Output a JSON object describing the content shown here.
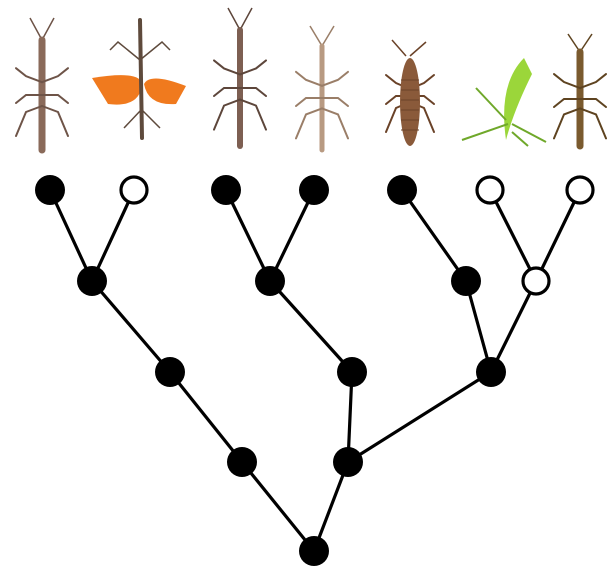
{
  "figure": {
    "kind": "phylogenetic-tree",
    "node_legend": {
      "filled": "#000000",
      "open": "#ffffff",
      "edge": "#000000"
    },
    "tips": [
      {
        "id": "t1",
        "icon": "stick-insect-brown-icon",
        "state": "filled",
        "colors": [
          "#8a6a5a",
          "#6e5448"
        ]
      },
      {
        "id": "t2",
        "icon": "winged-stick-insect-orange-icon",
        "state": "open",
        "colors": [
          "#f07a1e",
          "#5e4a3c"
        ]
      },
      {
        "id": "t3",
        "icon": "stick-insect-brown-icon",
        "state": "filled",
        "colors": [
          "#7d5f52",
          "#5d463b"
        ]
      },
      {
        "id": "t4",
        "icon": "stick-insect-pale-icon",
        "state": "filled",
        "colors": [
          "#b89a82",
          "#9a7e68"
        ]
      },
      {
        "id": "t5",
        "icon": "stick-insect-stout-icon",
        "state": "filled",
        "colors": [
          "#8a5a3a",
          "#6a4228"
        ]
      },
      {
        "id": "t6",
        "icon": "leaf-insect-green-icon",
        "state": "open",
        "colors": [
          "#9bd63a",
          "#6fa82a"
        ]
      },
      {
        "id": "t7",
        "icon": "stick-insect-dark-icon",
        "state": "open",
        "colors": [
          "#7a5a2e",
          "#5e4320"
        ]
      }
    ],
    "internal_nodes": [
      {
        "id": "a",
        "state": "filled",
        "children": [
          "t1",
          "t2"
        ]
      },
      {
        "id": "b",
        "state": "filled",
        "children": [
          "t3",
          "t4"
        ]
      },
      {
        "id": "c",
        "state": "open",
        "children": [
          "t6",
          "t7"
        ]
      },
      {
        "id": "d",
        "state": "filled",
        "children": [
          "t5"
        ]
      },
      {
        "id": "e",
        "state": "filled",
        "children": [
          "a"
        ]
      },
      {
        "id": "f",
        "state": "filled",
        "children": [
          "b"
        ]
      },
      {
        "id": "g",
        "state": "filled",
        "children": [
          "d",
          "c"
        ]
      },
      {
        "id": "h",
        "state": "filled",
        "children": [
          "e"
        ]
      },
      {
        "id": "i",
        "state": "filled",
        "children": [
          "f",
          "g"
        ]
      },
      {
        "id": "root",
        "state": "filled",
        "children": [
          "h",
          "i"
        ]
      }
    ]
  }
}
